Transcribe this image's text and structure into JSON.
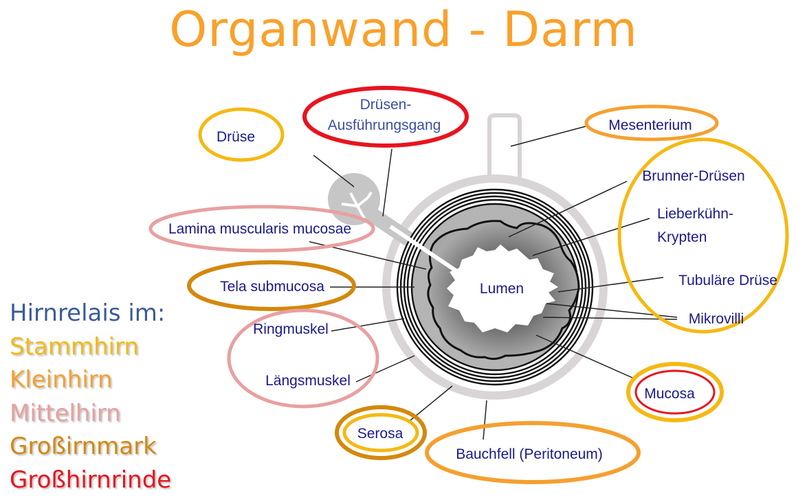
{
  "title": "Organwand - Darm",
  "legend": {
    "heading": "Hirnrelais im:",
    "items": [
      {
        "label": "Stammhirn",
        "color": "#F5B914"
      },
      {
        "label": "Kleinhirn",
        "color": "#F5A030"
      },
      {
        "label": "Mittelhirn",
        "color": "#E8A0A0"
      },
      {
        "label": "Großirnmark",
        "color": "#D4880E"
      },
      {
        "label": "Großhirnrinde",
        "color": "#E8141E"
      }
    ]
  },
  "labels": {
    "druese": "Drüse",
    "ausfuehrungsgang_1": "Drüsen-",
    "ausfuehrungsgang_2": "Ausführungsgang",
    "mesenterium": "Mesenterium",
    "brunner": "Brunner-Drüsen",
    "lieberkuehn_1": "Lieberkühn-",
    "lieberkuehn_2": "Krypten",
    "tubulaere": "Tubuläre Drüse",
    "mikrovilli": "Mikrovilli",
    "lamina": "Lamina muscularis mucosae",
    "tela": "Tela submucosa",
    "ringmuskel": "Ringmuskel",
    "laengsmuskel": "Längsmuskel",
    "lumen": "Lumen",
    "mucosa": "Mucosa",
    "serosa": "Serosa",
    "bauchfell": "Bauchfell (Peritoneum)"
  },
  "colors": {
    "stammhirn": "#F5B914",
    "kleinhirn": "#F5A030",
    "mittelhirn": "#E8A0A0",
    "grosshirnmark": "#D4880E",
    "grosshirnrinde": "#E8141E",
    "title": "#F9A12B",
    "label_text": "#1a1a8a"
  }
}
